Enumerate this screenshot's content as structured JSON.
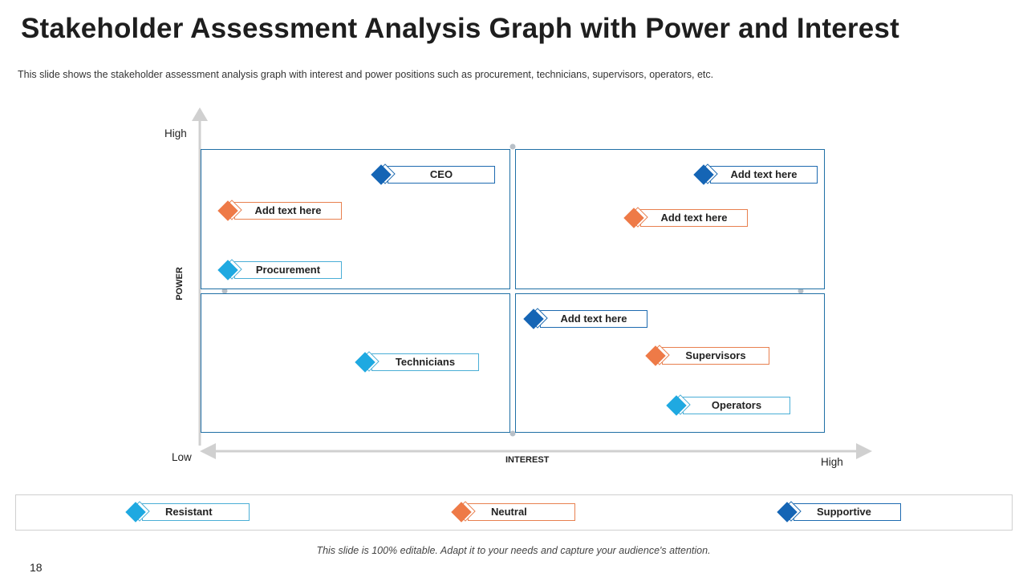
{
  "title": "Stakeholder Assessment Analysis Graph with Power and Interest",
  "subtitle": "This slide shows the stakeholder assessment analysis graph with interest and power positions such as procurement, technicians, supervisors, operators, etc.",
  "axes": {
    "power_label": "POWER",
    "interest_label": "INTEREST",
    "power_high": "High",
    "power_low": "Low",
    "interest_high": "High"
  },
  "colors": {
    "resistant": "#1fa9e1",
    "neutral": "#ee7a47",
    "supportive": "#1565b5",
    "quadrant_border": "#1f6fa5",
    "axis": "#d0d0d0"
  },
  "markers": [
    {
      "label": "CEO",
      "category": "supportive"
    },
    {
      "label": "Add text here",
      "category": "neutral"
    },
    {
      "label": "Procurement",
      "category": "resistant"
    },
    {
      "label": "Add text here",
      "category": "supportive"
    },
    {
      "label": "Add text here",
      "category": "neutral"
    },
    {
      "label": "Technicians",
      "category": "resistant"
    },
    {
      "label": "Add text here",
      "category": "supportive"
    },
    {
      "label": "Supervisors",
      "category": "neutral"
    },
    {
      "label": "Operators",
      "category": "resistant"
    }
  ],
  "legend": {
    "resistant": "Resistant",
    "neutral": "Neutral",
    "supportive": "Supportive"
  },
  "footer_note": "This slide is 100% editable. Adapt it to your needs and capture your audience's attention.",
  "page_number": "18"
}
